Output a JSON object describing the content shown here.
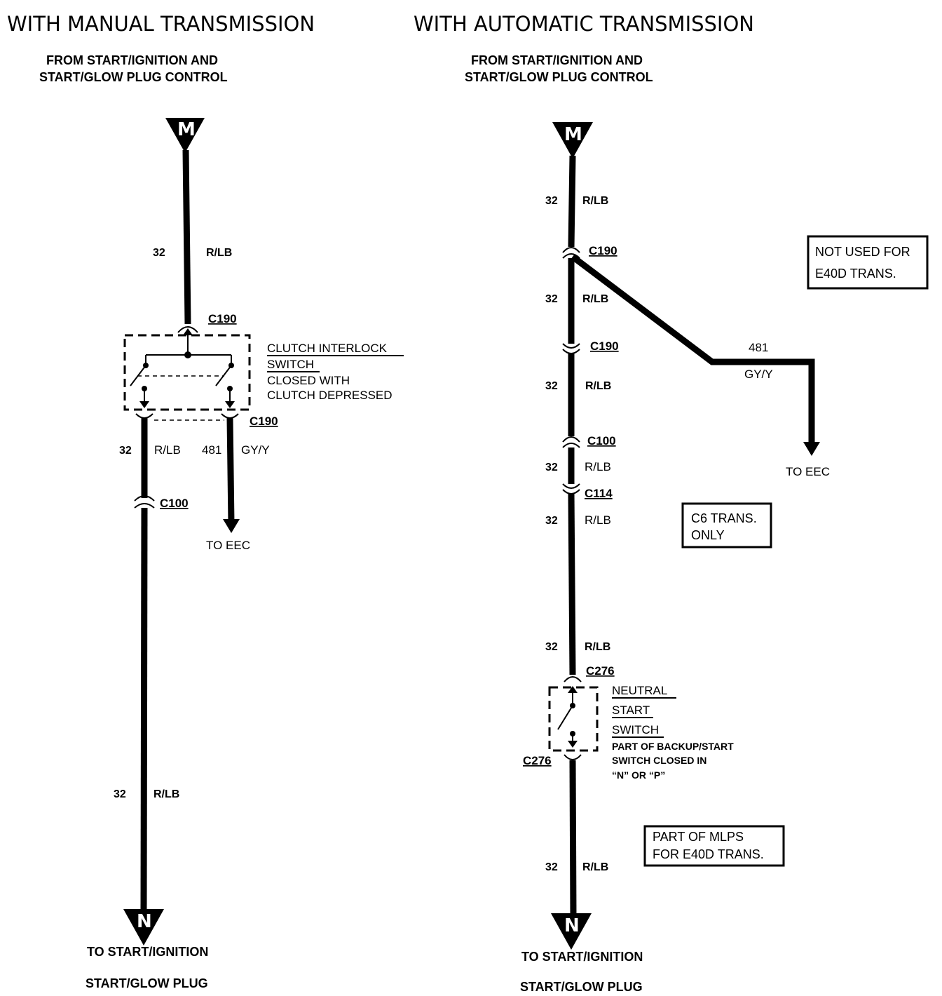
{
  "manual": {
    "title": "WITH MANUAL TRANSMISSION",
    "source_line1": "FROM START/IGNITION AND",
    "source_line2": "START/GLOW PLUG CONTROL",
    "top_terminal": "M",
    "bottom_terminal": "N",
    "wire_top": {
      "circuit": "32",
      "color": "R/LB"
    },
    "connector_top": "C190",
    "switch_name_line1": "CLUTCH INTERLOCK",
    "switch_name_line2": "SWITCH",
    "switch_note_line1": "CLOSED WITH",
    "switch_note_line2": "CLUTCH DEPRESSED",
    "connector_bottom": "C190",
    "wire_left": {
      "circuit": "32",
      "color": "R/LB"
    },
    "wire_right": {
      "circuit": "481",
      "color": "GY/Y"
    },
    "connector_c100": "C100",
    "to_eec": "TO EEC",
    "wire_lower": {
      "circuit": "32",
      "color": "R/LB"
    },
    "dest_line1": "TO START/IGNITION",
    "dest_line2": "START/GLOW PLUG"
  },
  "automatic": {
    "title": "WITH AUTOMATIC TRANSMISSION",
    "source_line1": "FROM START/IGNITION AND",
    "source_line2": "START/GLOW PLUG CONTROL",
    "top_terminal": "M",
    "bottom_terminal": "N",
    "wires": [
      {
        "circuit": "32",
        "color": "R/LB"
      },
      {
        "circuit": "32",
        "color": "R/LB"
      },
      {
        "circuit": "32",
        "color": "R/LB"
      },
      {
        "circuit": "32",
        "color": "R/LB"
      },
      {
        "circuit": "32",
        "color": "R/LB"
      },
      {
        "circuit": "32",
        "color": "R/LB"
      },
      {
        "circuit": "32",
        "color": "R/LB"
      }
    ],
    "connectors": {
      "c190_a": "C190",
      "c190_b": "C190",
      "c100": "C100",
      "c114": "C114",
      "c276_top": "C276",
      "c276_bottom": "C276"
    },
    "branch_wire": {
      "circuit": "481",
      "color": "GY/Y"
    },
    "to_eec": "TO EEC",
    "note_e40d_line1": "NOT USED FOR",
    "note_e40d_line2": "E40D TRANS.",
    "note_c6_line1": "C6 TRANS.",
    "note_c6_line2": "ONLY",
    "note_mlps_line1": "PART OF MLPS",
    "note_mlps_line2": "FOR E40D TRANS.",
    "switch_name_line1": "NEUTRAL",
    "switch_name_line2": "START",
    "switch_name_line3": "SWITCH",
    "switch_note_line1": "PART OF BACKUP/START",
    "switch_note_line2": "SWITCH CLOSED IN",
    "switch_note_line3": "“N” OR “P”",
    "dest_line1": "TO START/IGNITION",
    "dest_line2": "START/GLOW PLUG"
  }
}
